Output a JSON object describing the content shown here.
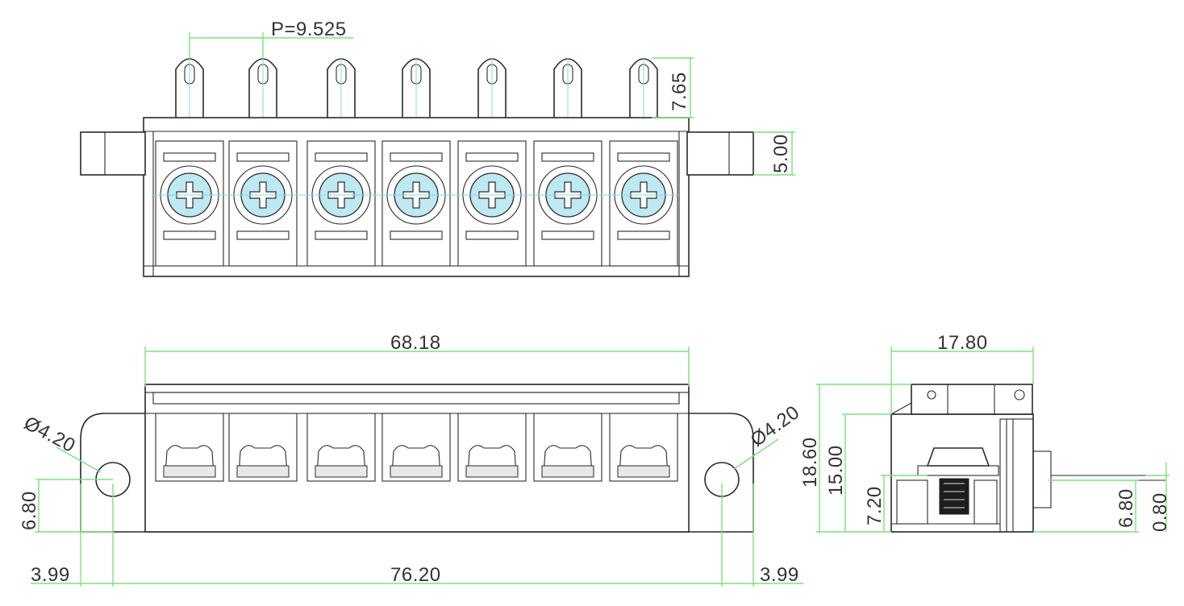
{
  "colors": {
    "dimension_line": "#7ee07e",
    "center_line": "#7fd8e8",
    "screw_fill": "#bfe9f2",
    "outline": "#2a2a2a"
  },
  "top_view": {
    "pitch_label": "P=9.525",
    "tab_height_label": "7.65",
    "flange_height_label": "5.00"
  },
  "front_view": {
    "overall_length_label": "68.18",
    "left_hole_label": "Ø4.20",
    "right_hole_label": "Ø4.20",
    "hole_height_label": "6.80",
    "left_offset_label": "3.99",
    "mounting_span_label": "76.20",
    "right_offset_label": "3.99"
  },
  "side_view": {
    "width_label": "17.80",
    "overall_height_label": "18.60",
    "body_height_label": "15.00",
    "screw_height_label": "7.20",
    "hole_height_label": "6.80",
    "base_thickness_label": "0.80"
  }
}
